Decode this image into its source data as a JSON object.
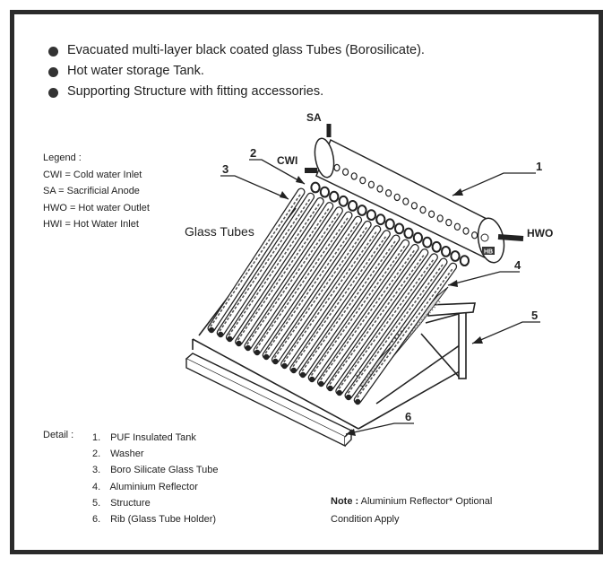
{
  "features": [
    "Evacuated multi-layer black coated glass Tubes (Borosilicate).",
    "Hot water storage Tank.",
    "Supporting Structure with fitting accessories."
  ],
  "legend": {
    "title": "Legend :",
    "items": [
      "CWI = Cold water Inlet",
      "SA = Sacrificial Anode",
      "HWO = Hot water Outlet",
      "HWI = Hot Water Inlet"
    ]
  },
  "diagram": {
    "labels": {
      "sa": "SA",
      "cwi": "CWI",
      "hwo": "HWO",
      "glass_tubes": "Glass Tubes",
      "tank_badge": "HB"
    },
    "callouts": [
      "1",
      "2",
      "3",
      "4",
      "5",
      "6"
    ]
  },
  "detail": {
    "label": "Detail :",
    "items": [
      {
        "num": "1.",
        "text": "PUF Insulated Tank"
      },
      {
        "num": "2.",
        "text": "Washer"
      },
      {
        "num": "3.",
        "text": "Boro Silicate Glass Tube"
      },
      {
        "num": "4.",
        "text": "Aluminium Reflector"
      },
      {
        "num": "5.",
        "text": "Structure"
      },
      {
        "num": "6.",
        "text": "Rib (Glass Tube Holder)"
      }
    ]
  },
  "note": {
    "label": "Note :",
    "line1": "Aluminium Reflector* Optional",
    "line2": "Condition Apply"
  }
}
